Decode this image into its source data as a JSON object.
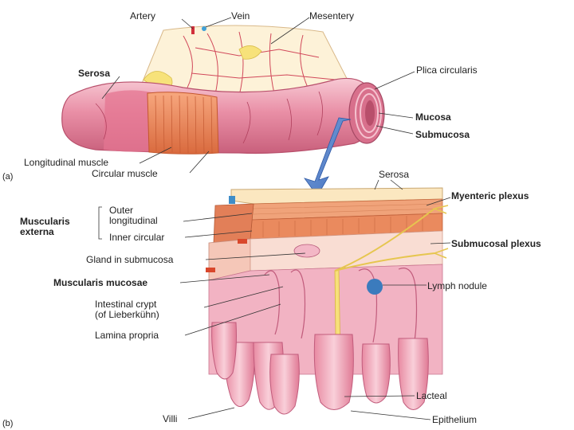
{
  "panels": {
    "a": "(a)",
    "b": "(b)"
  },
  "labels_a": {
    "artery": "Artery",
    "vein": "Vein",
    "mesentery": "Mesentery",
    "serosa": "Serosa",
    "plica": "Plica circularis",
    "mucosa": "Mucosa",
    "submucosa": "Submucosa",
    "longitudinal": "Longitudinal muscle",
    "circular": "Circular muscle"
  },
  "labels_b": {
    "serosa": "Serosa",
    "myenteric": "Myenteric plexus",
    "muscularis_externa_1": "Muscularis",
    "muscularis_externa_2": "externa",
    "outer_1": "Outer",
    "outer_2": "longitudinal",
    "inner": "Inner circular",
    "submucosal": "Submucosal plexus",
    "gland": "Gland in submucosa",
    "mucosae": "Muscularis mucosae",
    "lymph": "Lymph nodule",
    "crypt_1": "Intestinal crypt",
    "crypt_2": "(of Lieberkühn)",
    "lamina": "Lamina propria",
    "lacteal": "Lacteal",
    "villi": "Villi",
    "epithelium": "Epithelium"
  }
}
